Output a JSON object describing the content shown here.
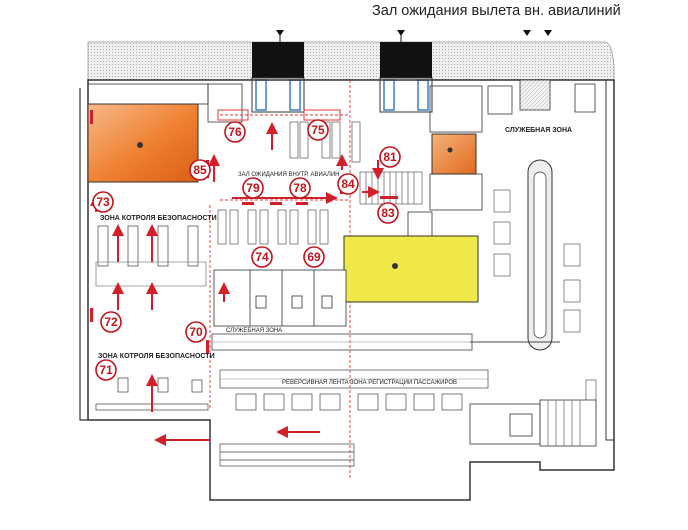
{
  "title": "Зал ожидания вылета  вн. авиалиний",
  "labels": {
    "waiting_hall": "ЗАЛ ОЖИДАНИЯ ВНУТР. АВИАЛИН",
    "service_zone_top": "СЛУЖЕБНАЯ ЗОНА",
    "security_zone_1": "ЗОНА КОТРОЛЯ БЕЗОПАСНОСТИ",
    "service_zone_mid": "СЛУЖЕБНАЯ ЗОНА",
    "security_zone_2": "ЗОНА КОТРОЛЯ БЕЗОПАСНОСТИ",
    "reverse_belt": "РЕВЕРСИВНАЯ ЛЕНТА",
    "checkin_zone": "ЗОНА РЕГИСТРАЦИИ ПАССАЖИРОВ"
  },
  "markers": [
    "76",
    "75",
    "85",
    "81",
    "79",
    "78",
    "84",
    "73",
    "83",
    "74",
    "69",
    "72",
    "70",
    "71"
  ],
  "colors": {
    "marker_red": "#c0141c",
    "orange_zone": "#ef7f2f",
    "yellow_zone": "#f1e94a",
    "wall": "#333333",
    "arrow": "#d2202a"
  }
}
